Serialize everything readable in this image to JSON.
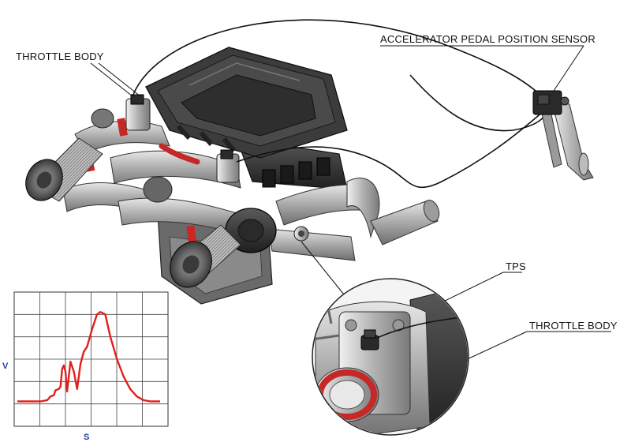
{
  "labels": {
    "throttle_body_top": "THROTTLE BODY",
    "app_sensor": "ACCELERATOR PEDAL POSITION SENSOR",
    "tps": "TPS",
    "throttle_body_zoom": "THROTTLE BODY"
  },
  "graph": {
    "y_axis": "V",
    "x_axis": "S"
  },
  "chart_data": {
    "type": "line",
    "xlabel": "S",
    "ylabel": "V",
    "grid": true,
    "series": [
      {
        "x": [
          0,
          8,
          14,
          18,
          20,
          22,
          23,
          25,
          26,
          27,
          28,
          29,
          30,
          31,
          32,
          34,
          36,
          38,
          40,
          42,
          45,
          48,
          50,
          53,
          56,
          60,
          64,
          68,
          72,
          76,
          80,
          86
        ],
        "y": [
          1.0,
          1.0,
          1.0,
          1.05,
          1.2,
          1.25,
          1.45,
          1.5,
          1.6,
          2.3,
          2.45,
          2.2,
          1.4,
          2.0,
          2.6,
          2.2,
          1.5,
          2.5,
          3.0,
          3.2,
          3.9,
          4.5,
          4.6,
          4.5,
          3.6,
          2.7,
          2.0,
          1.5,
          1.2,
          1.05,
          1.0,
          1.0
        ]
      }
    ],
    "xlim": [
      0,
      86
    ],
    "ylim": [
      0,
      5.4
    ],
    "line_color": "#e0201c",
    "label_color": "#1f3f9a"
  },
  "colors": {
    "accent_red": "#c62828",
    "metal": "#b9b9b9",
    "dark_part": "#3a3a3a"
  }
}
